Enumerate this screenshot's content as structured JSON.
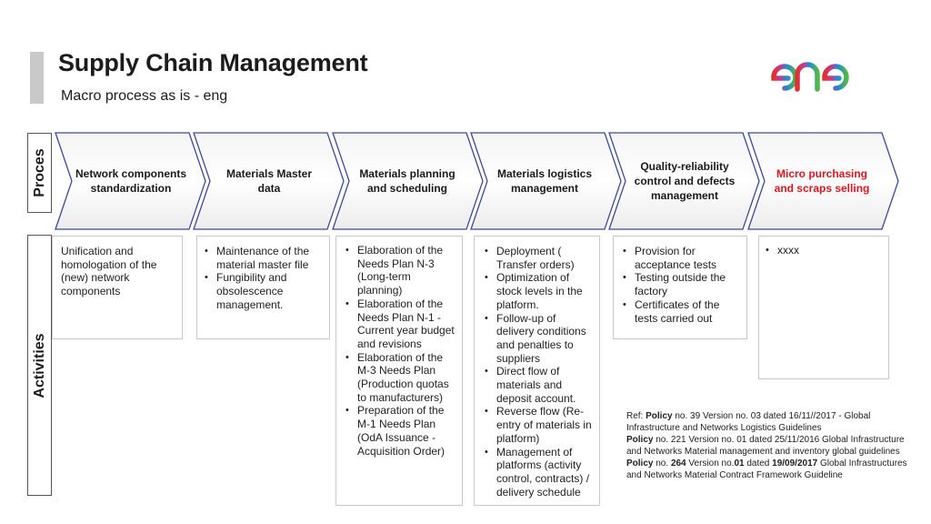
{
  "header": {
    "title": "Supply Chain Management",
    "subtitle": "Macro process as is - eng"
  },
  "logo": {
    "name": "enel"
  },
  "colors": {
    "accent_red": "#e1141e",
    "chevron_border": "#3b4a9c",
    "logo_red": "#e0312e",
    "logo_blue": "#1d8ad8",
    "logo_green": "#4fb848"
  },
  "labels": {
    "process": "Proces",
    "activities": "Activities"
  },
  "process_steps": [
    {
      "label": "Network components standardization",
      "highlight": false
    },
    {
      "label": "Materials Master data",
      "highlight": false
    },
    {
      "label": "Materials planning and scheduling",
      "highlight": false
    },
    {
      "label": "Materials logistics management",
      "highlight": false
    },
    {
      "label": "Quality-reliability control and defects management",
      "highlight": false
    },
    {
      "label": "Micro purchasing and scraps selling",
      "highlight": true
    }
  ],
  "activities": {
    "col1": {
      "text": "Unification and homologation of the (new) network components"
    },
    "col2": {
      "items": [
        "Maintenance of the material master file",
        "Fungibility and obsolescence management."
      ]
    },
    "col3": {
      "items": [
        "Elaboration of the Needs Plan N-3 (Long-term planning)",
        "Elaboration of the Needs Plan N-1 - Current year budget and revisions",
        "Elaboration of the M-3 Needs Plan (Production quotas to manufacturers)",
        "Preparation of the M-1 Needs Plan (OdA Issuance - Acquisition Order)"
      ]
    },
    "col4": {
      "items": [
        "Deployment ( Transfer orders)",
        "Optimization of stock levels in the platform.",
        "Follow-up of delivery conditions and penalties to suppliers",
        "Direct flow of materials and deposit account.",
        "Reverse flow (Re-entry of materials in platform)",
        "Management of platforms (activity control, contracts) / delivery schedule"
      ]
    },
    "col5": {
      "items": [
        "Provision for acceptance tests",
        "Testing outside the factory",
        "Certificates of the tests carried out"
      ]
    },
    "col6": {
      "items": [
        "xxxx"
      ]
    }
  },
  "reference": {
    "line1_prefix": "Ref: ",
    "line1_bold": "Policy",
    "line1_rest": " no. 39 Version no. 03 dated 16/11//2017  - Global Infrastructure and Networks Logistics Guidelines",
    "line2_bold": "Policy",
    "line2_rest": " no. 221 Version no. 01 dated 25/11/2016 Global Infrastructure and Networks Material management and inventory global guidelines",
    "line3_bold": "Policy",
    "line3_a": " no. ",
    "line3_num": "264",
    "line3_b": " Version no.",
    "line3_ver": "01",
    "line3_c": " dated ",
    "line3_date": "19/09/2017",
    "line3_rest": " Global Infrastructures and Networks Material Contract Framework Guideline"
  }
}
